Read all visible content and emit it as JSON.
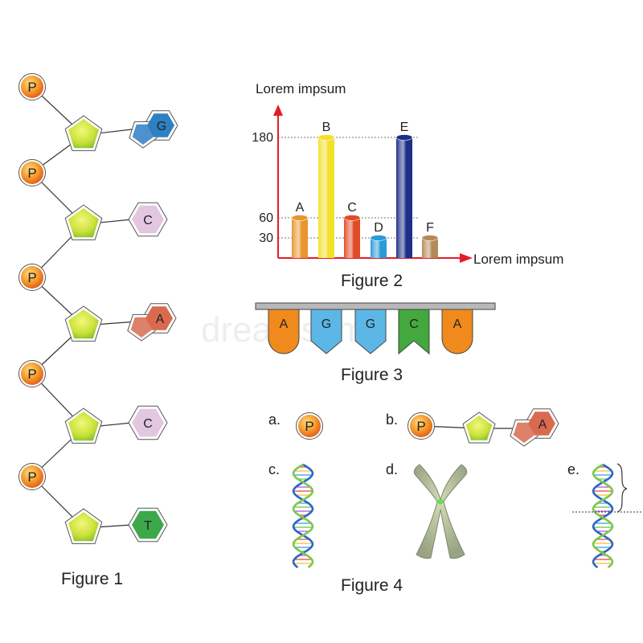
{
  "figure1": {
    "caption": "Figure 1",
    "phosphate_label": "P",
    "bases": [
      "G",
      "C",
      "A",
      "C",
      "T"
    ],
    "base_colors": [
      "#2f7fc4",
      "#e3c6df",
      "#d86b4f",
      "#e3c6df",
      "#3da84a"
    ]
  },
  "figure2": {
    "caption": "Figure 2"
  },
  "chart_data": {
    "type": "bar",
    "ylabel": "Lorem impsum",
    "xlabel": "Lorem impsum",
    "yticks": [
      30,
      60,
      180
    ],
    "categories": [
      "A",
      "B",
      "C",
      "D",
      "E",
      "F"
    ],
    "values": [
      60,
      180,
      60,
      30,
      180,
      30
    ],
    "colors": [
      "#e8952e",
      "#f2e12a",
      "#e14b26",
      "#2c9ad9",
      "#1e2f87",
      "#b58a5a"
    ],
    "ylim": [
      0,
      210
    ]
  },
  "figure3": {
    "caption": "Figure 3",
    "bases": [
      "A",
      "G",
      "G",
      "C",
      "A"
    ],
    "colors": [
      "#f08a1d",
      "#5db7e6",
      "#5db7e6",
      "#43a83d",
      "#f08a1d"
    ],
    "shapes": [
      "round",
      "arrow",
      "arrow",
      "notch",
      "round"
    ]
  },
  "figure4": {
    "caption": "Figure 4",
    "items": [
      {
        "label": "a.",
        "phosphate": "P"
      },
      {
        "label": "b.",
        "phosphate": "P",
        "base": "A"
      },
      {
        "label": "c."
      },
      {
        "label": "d."
      },
      {
        "label": "e."
      }
    ]
  },
  "watermark": "dreamstime"
}
